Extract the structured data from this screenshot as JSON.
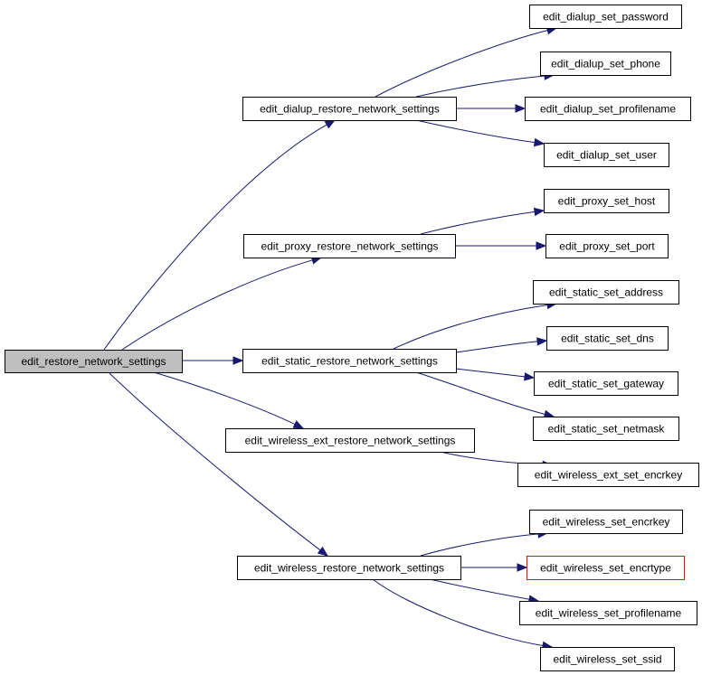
{
  "graph": {
    "colors": {
      "edge": "#191970",
      "node_border": "#000000",
      "node_fill": "#ffffff",
      "root_fill": "#bfbfbf",
      "highlight_border": "#ff0000"
    },
    "nodes": {
      "root": "edit_restore_network_settings",
      "dialup_restore": "edit_dialup_restore_network_settings",
      "dialup_password": "edit_dialup_set_password",
      "dialup_phone": "edit_dialup_set_phone",
      "dialup_profilename": "edit_dialup_set_profilename",
      "dialup_user": "edit_dialup_set_user",
      "proxy_restore": "edit_proxy_restore_network_settings",
      "proxy_host": "edit_proxy_set_host",
      "proxy_port": "edit_proxy_set_port",
      "static_restore": "edit_static_restore_network_settings",
      "static_address": "edit_static_set_address",
      "static_dns": "edit_static_set_dns",
      "static_gateway": "edit_static_set_gateway",
      "static_netmask": "edit_static_set_netmask",
      "wext_restore": "edit_wireless_ext_restore_network_settings",
      "wext_encrkey": "edit_wireless_ext_set_encrkey",
      "wireless_restore": "edit_wireless_restore_network_settings",
      "wireless_encrkey": "edit_wireless_set_encrkey",
      "wireless_encrtype": "edit_wireless_set_encrtype",
      "wireless_profilename": "edit_wireless_set_profilename",
      "wireless_ssid": "edit_wireless_set_ssid"
    },
    "edges": [
      [
        "root",
        "dialup_restore"
      ],
      [
        "root",
        "proxy_restore"
      ],
      [
        "root",
        "static_restore"
      ],
      [
        "root",
        "wext_restore"
      ],
      [
        "root",
        "wireless_restore"
      ],
      [
        "dialup_restore",
        "dialup_password"
      ],
      [
        "dialup_restore",
        "dialup_phone"
      ],
      [
        "dialup_restore",
        "dialup_profilename"
      ],
      [
        "dialup_restore",
        "dialup_user"
      ],
      [
        "proxy_restore",
        "proxy_host"
      ],
      [
        "proxy_restore",
        "proxy_port"
      ],
      [
        "static_restore",
        "static_address"
      ],
      [
        "static_restore",
        "static_dns"
      ],
      [
        "static_restore",
        "static_gateway"
      ],
      [
        "static_restore",
        "static_netmask"
      ],
      [
        "wext_restore",
        "wext_encrkey"
      ],
      [
        "wireless_restore",
        "wireless_encrkey"
      ],
      [
        "wireless_restore",
        "wireless_encrtype"
      ],
      [
        "wireless_restore",
        "wireless_profilename"
      ],
      [
        "wireless_restore",
        "wireless_ssid"
      ]
    ],
    "highlighted_node": "wireless_encrtype",
    "root_node": "root"
  }
}
